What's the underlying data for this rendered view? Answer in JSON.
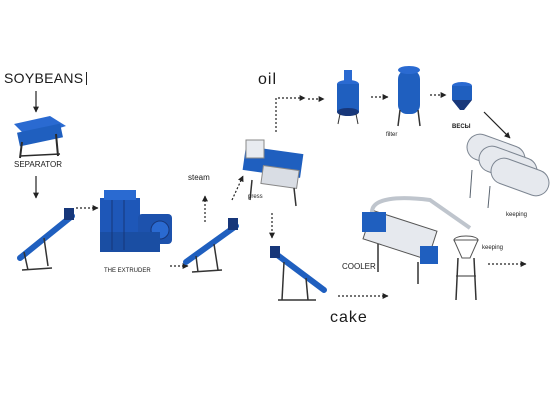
{
  "labels": {
    "soybeans": "SOYBEANS",
    "separator": "SEPARATOR",
    "extruder": "THE EXTRUDER",
    "steam": "steam",
    "press": "press",
    "oil": "oil",
    "filter": "filter",
    "scales": "ВЕСЫ",
    "keeping_top": "keeping",
    "cooler": "COOLER",
    "keeping_bottom": "keeping",
    "cake": "cake"
  },
  "colors": {
    "machine_blue": "#1f5fbf",
    "machine_dark": "#17377a",
    "arrow": "#222222",
    "tank_grey": "#e6e9ee"
  }
}
